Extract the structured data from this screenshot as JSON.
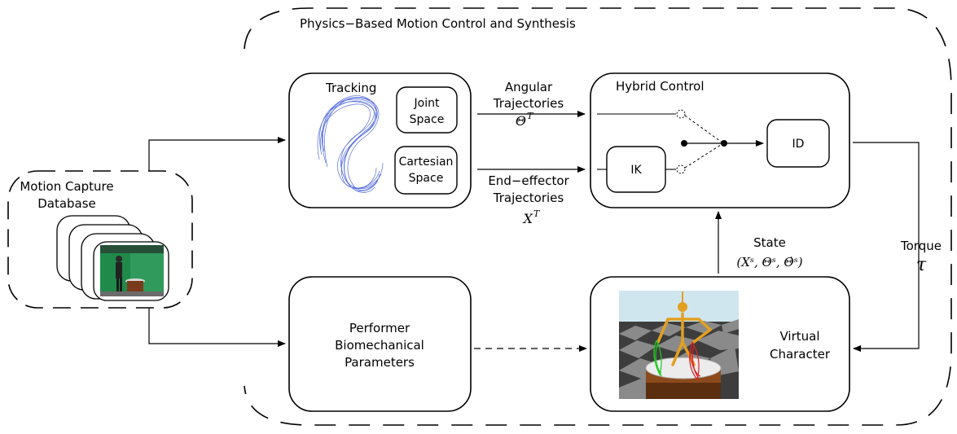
{
  "outer_title": "Physics−Based Motion Control and Synthesis",
  "database": {
    "line1": "Motion Capture",
    "line2": "Database"
  },
  "tracking": {
    "title": "Tracking",
    "joint": {
      "line1": "Joint",
      "line2": "Space"
    },
    "cartesian": {
      "line1": "Cartesian",
      "line2": "Space"
    }
  },
  "angular": {
    "line1": "Angular",
    "line2": "Trajectories",
    "symbol": "Θ",
    "sup": "T"
  },
  "endeffector": {
    "line1": "End−effector",
    "line2": "Trajectories",
    "symbol": "X",
    "sup": "T"
  },
  "hybrid": {
    "title": "Hybrid Control",
    "ik": "IK",
    "id": "ID"
  },
  "state": {
    "label": "State",
    "formula": "(Xˢ, Θˢ, Θ̇ˢ)"
  },
  "torque": {
    "label": "Torque",
    "symbol": "τ"
  },
  "performer": {
    "line1": "Performer",
    "line2": "Biomechanical",
    "line3": "Parameters"
  },
  "virtual": {
    "line1": "Virtual",
    "line2": "Character"
  },
  "colors": {
    "trajectory": "#3a55d8",
    "sky": "#cfe6ef",
    "skeleton": "#e2a020",
    "left_hand": "#22cc22",
    "right_hand": "#dd2222",
    "photo_bg": "#1f8a4a"
  }
}
